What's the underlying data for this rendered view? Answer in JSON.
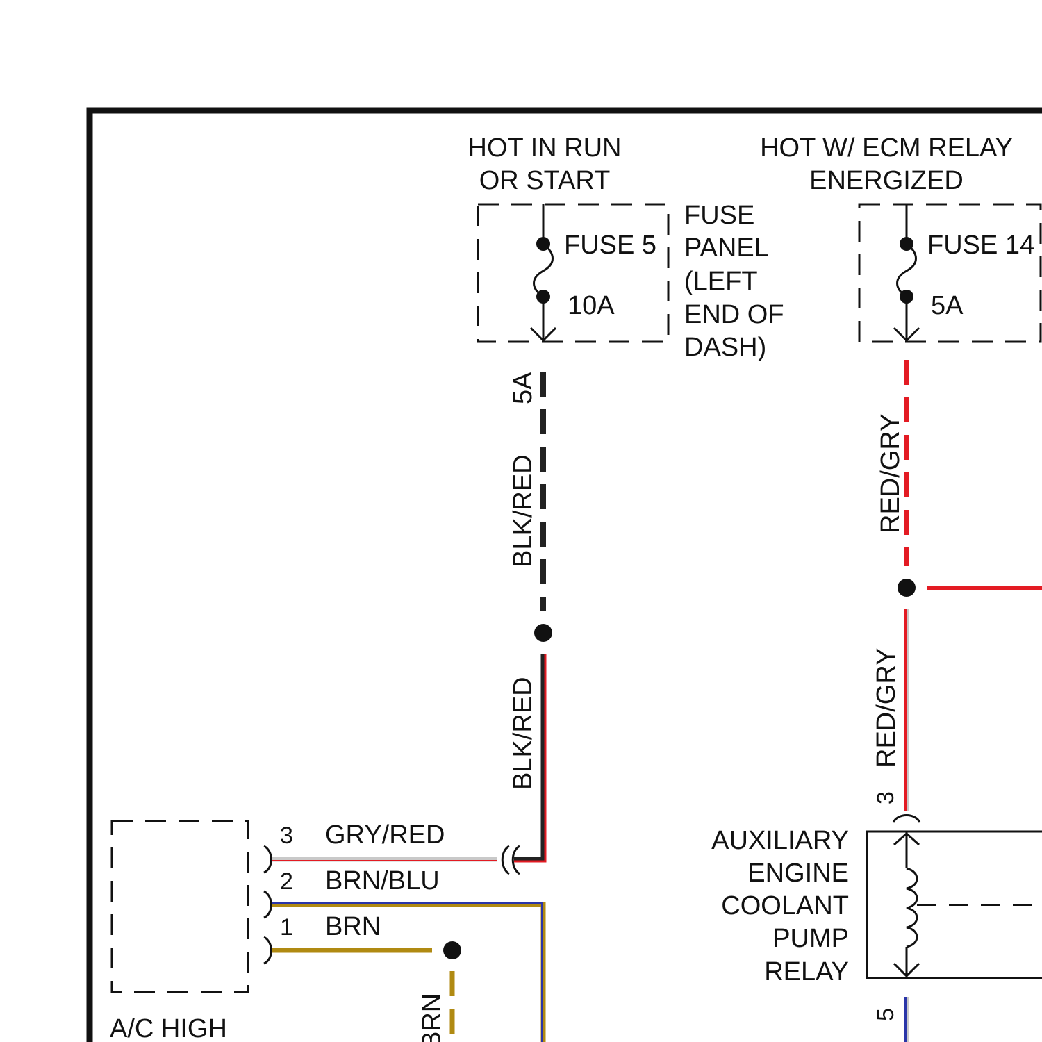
{
  "colors": {
    "frame": "#111111",
    "black_wire": "#222222",
    "red_wire": "#e31b23",
    "gray_wire": "#c9c9c9",
    "brown_wire": "#b08a12",
    "blue_wire": "#2a35a8"
  },
  "power_sources": {
    "run_start_line1": "HOT IN RUN",
    "run_start_line2": "OR START",
    "ecm_relay_line1": "HOT W/ ECM RELAY",
    "ecm_relay_line2": "ENERGIZED"
  },
  "fuse_panel": {
    "line1": "FUSE",
    "line2": "PANEL",
    "line3": "(LEFT",
    "line4": "END OF",
    "line5": "DASH)"
  },
  "fuse5": {
    "name": "FUSE 5",
    "rating": "10A"
  },
  "fuse14": {
    "name": "FUSE 14",
    "rating": "5A"
  },
  "wires": {
    "fuse5_out_circuit": "5A",
    "blk_red_upper": "BLK/RED",
    "blk_red_lower": "BLK/RED",
    "red_gry_upper": "RED/GRY",
    "red_gry_lower": "RED/GRY",
    "brn_vertical": "BRN"
  },
  "ac_connector": {
    "pin3_num": "3",
    "pin3_wire": "GRY/RED",
    "pin2_num": "2",
    "pin2_wire": "BRN/BLU",
    "pin1_num": "1",
    "pin1_wire": "BRN",
    "component_label": "A/C HIGH"
  },
  "relay": {
    "pin_top": "3",
    "pin_bottom": "5",
    "line1": "AUXILIARY",
    "line2": "ENGINE",
    "line3": "COOLANT",
    "line4": "PUMP",
    "line5": "RELAY"
  }
}
